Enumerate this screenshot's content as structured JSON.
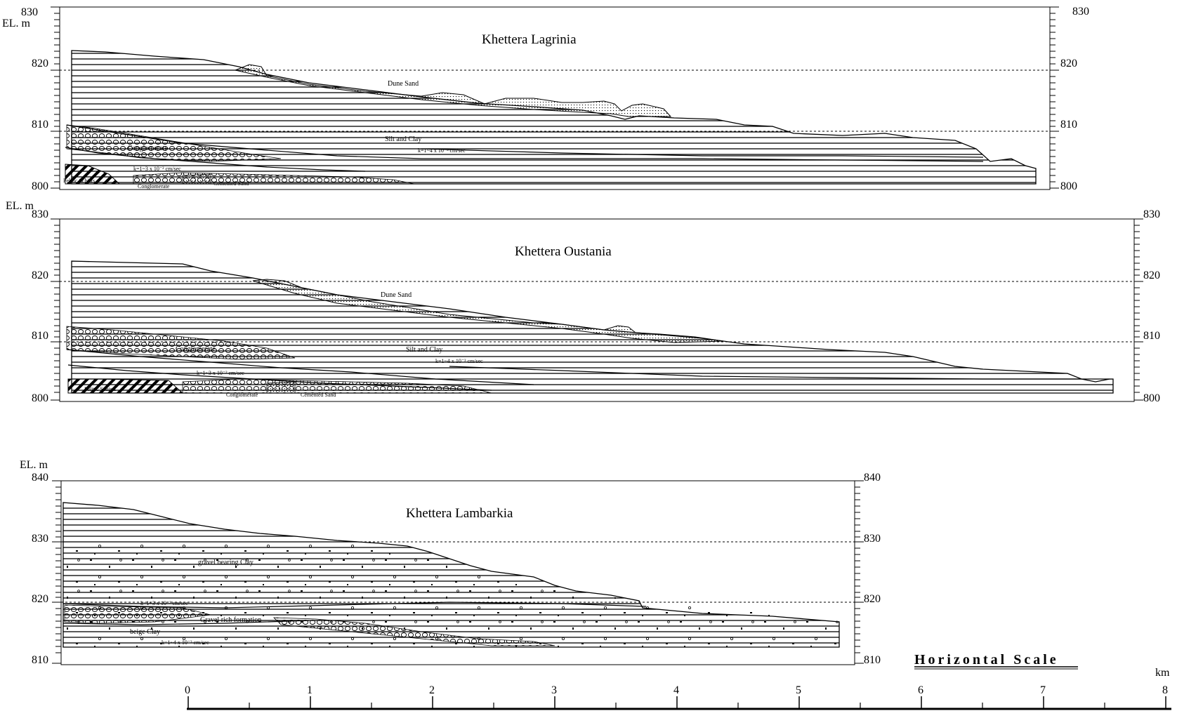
{
  "sections": [
    {
      "title": "Khettera Lagrinia",
      "ylabel": "EL. m",
      "ticks": [
        "830",
        "820",
        "810",
        "800"
      ],
      "right_ticks": [
        "830",
        "820",
        "810",
        "800"
      ],
      "labels": {
        "dune": "Dune Sand",
        "silt": "Silt and Clay",
        "conglo1": "Conglomerate",
        "k1": "k=1~4 x 10⁻³ cm/sec",
        "k2": "k=1~3 x 10⁻² cm/sec",
        "schist": "Pelitic Schists",
        "conglo2": "Conglomerate",
        "cemented": "Cemented Sand"
      }
    },
    {
      "title": "Khettera Oustania",
      "ylabel": "EL. m",
      "ticks": [
        "830",
        "820",
        "810",
        "800"
      ],
      "right_ticks": [
        "830",
        "820",
        "810",
        "800"
      ],
      "labels": {
        "dune": "Dune Sand",
        "silt": "Silt and Clay",
        "conglo1": "Conglomerate",
        "k1": "k=1~4 x 10⁻³ cm/sec",
        "k2": "k=1~3 x 10⁻² cm/sec",
        "schist": "Pelitic Schists",
        "conglo2": "Conglomerate",
        "cemented": "Cemented Sand"
      }
    },
    {
      "title": "Khettera Lambarkia",
      "ylabel": "EL. m",
      "ticks": [
        "840",
        "830",
        "820",
        "810"
      ],
      "right_ticks": [
        "840",
        "830",
        "820",
        "810"
      ],
      "labels": {
        "gravelclay": "gravel bearing Clay",
        "k2": "k=1~3 x 10⁻² cm/sec",
        "gravelrich": "Gravel rich formation",
        "beige": "beige Clay",
        "k1": "k=1~4 x 10⁻³ cm/sec"
      }
    }
  ],
  "scale": {
    "title": "Horizontal Scale",
    "unit": "km",
    "labels": [
      "0",
      "1",
      "2",
      "3",
      "4",
      "5",
      "6",
      "7",
      "8"
    ]
  }
}
